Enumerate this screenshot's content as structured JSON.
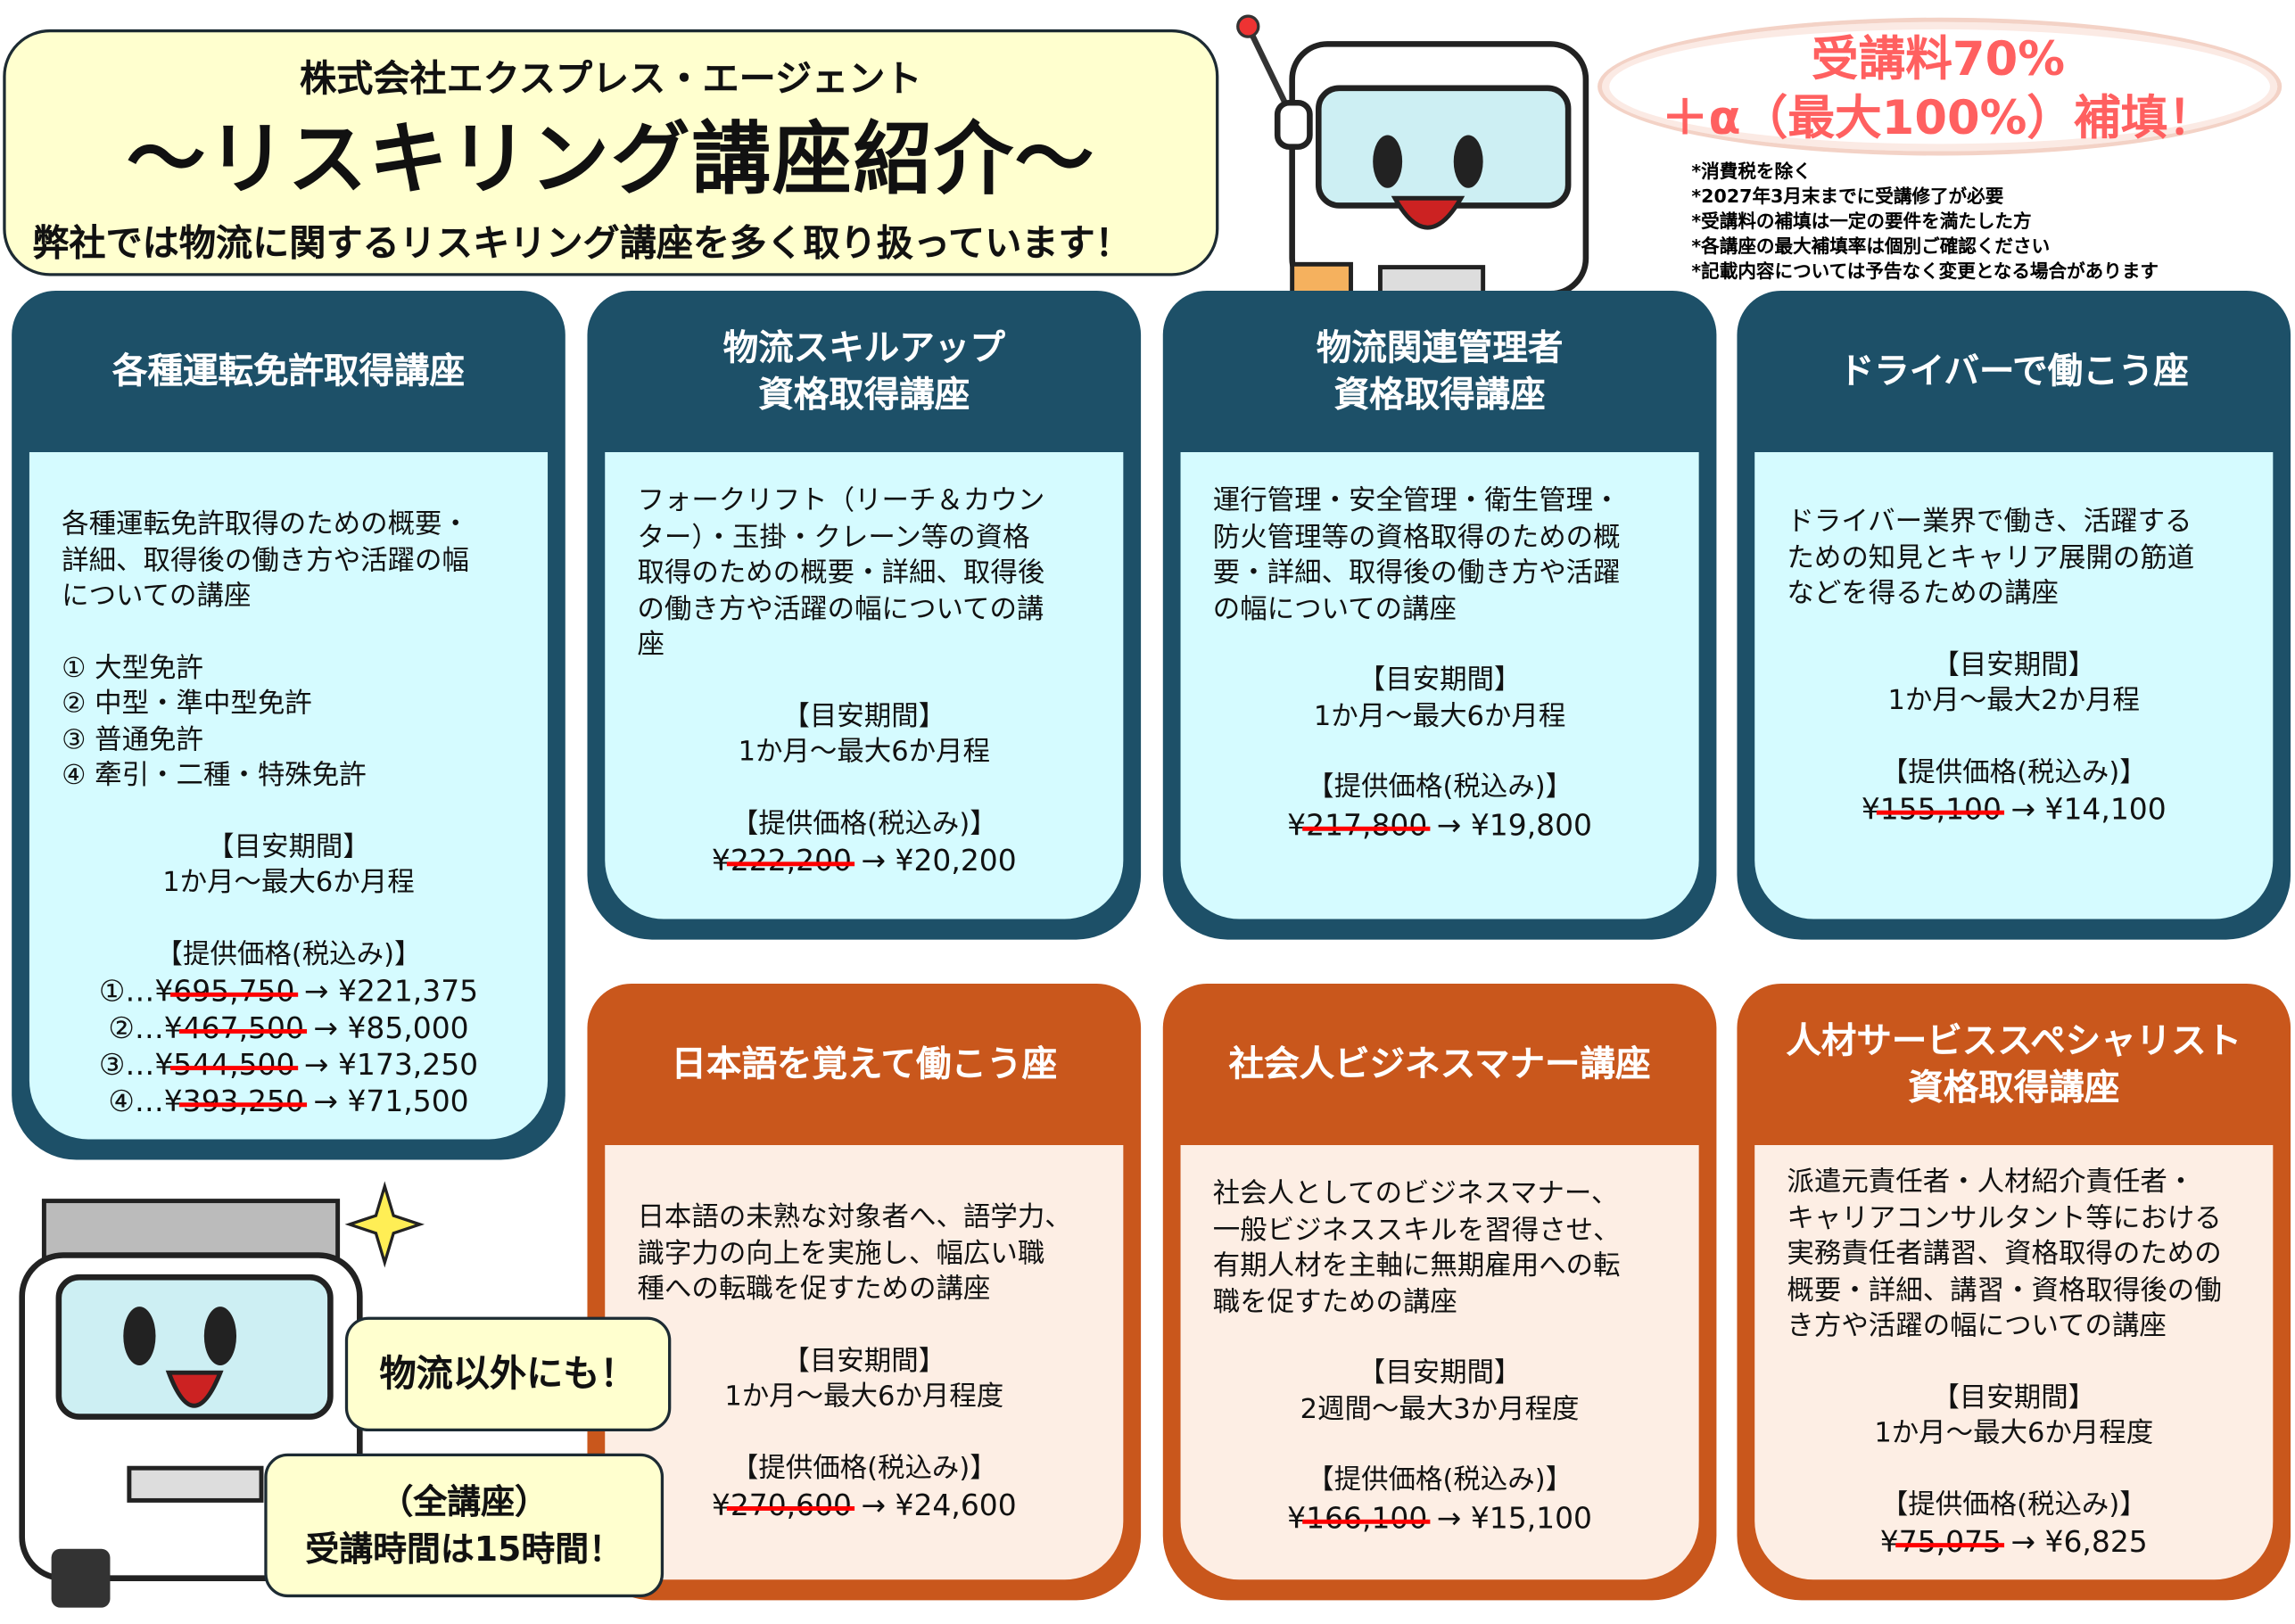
{
  "header": {
    "company": "株式会社エクスプレス・エージェント",
    "title": "～リスキリング講座紹介～",
    "subtitle": "弊社では物流に関するリスキリング講座を多く取り扱っています！"
  },
  "promo": {
    "line1": "受講料70%",
    "line2": "＋α（最大100%）補填！",
    "notes": [
      "*消費税を除く",
      "*2027年3月末までに受講修了が必要",
      "*受講料の補填は一定の要件を満たした方",
      "*各講座の最大補填率は個別ご確認ください",
      "*記載内容については予告なく変更となる場合があります"
    ]
  },
  "labels": {
    "period": "【目安期間】",
    "price": "【提供価格(税込み)】",
    "yen": "¥",
    "arrow": "→"
  },
  "courses": [
    {
      "title": "各種運転免許取得講座",
      "description": "各種運転免許取得のための概要・\n詳細、取得後の働き方や活躍の幅\nについての講座",
      "items": [
        "① 大型免許",
        "② 中型・準中型免許",
        "③ 普通免許",
        "④ 牽引・二種・特殊免許"
      ],
      "period": "1か月～最大6か月程",
      "prices": [
        {
          "prefix": "①…",
          "original": "695,750",
          "discounted": "¥221,375"
        },
        {
          "prefix": "②…",
          "original": "467,500",
          "discounted": "¥85,000"
        },
        {
          "prefix": "③…",
          "original": "544,500",
          "discounted": "¥173,250"
        },
        {
          "prefix": "④…",
          "original": "393,250",
          "discounted": "¥71,500"
        }
      ]
    },
    {
      "title": "物流スキルアップ\n資格取得講座",
      "description": "フォークリフト（リーチ＆カウン\nター）・玉掛・クレーン等の資格\n取得のための概要・詳細、取得後\nの働き方や活躍の幅についての講\n座",
      "period": "1か月～最大6か月程",
      "prices": [
        {
          "prefix": "",
          "original": "222,200",
          "discounted": "¥20,200"
        }
      ]
    },
    {
      "title": "物流関連管理者\n資格取得講座",
      "description": "運行管理・安全管理・衛生管理・\n防火管理等の資格取得のための概\n要・詳細、取得後の働き方や活躍\nの幅についての講座",
      "period": "1か月～最大6か月程",
      "prices": [
        {
          "prefix": "",
          "original": "217,800",
          "discounted": "¥19,800"
        }
      ]
    },
    {
      "title": "ドライバーで働こう座",
      "description": "ドライバー業界で働き、活躍する\nための知見とキャリア展開の筋道\nなどを得るための講座",
      "period": "1か月～最大2か月程",
      "prices": [
        {
          "prefix": "",
          "original": "155,100",
          "discounted": "¥14,100"
        }
      ]
    },
    {
      "title": "日本語を覚えて働こう座",
      "description": "日本語の未熟な対象者へ、語学力、\n識字力の向上を実施し、幅広い職\n種への転職を促すための講座",
      "period": "1か月～最大6か月程度",
      "prices": [
        {
          "prefix": "",
          "original": "270,600",
          "discounted": "¥24,600"
        }
      ]
    },
    {
      "title": "社会人ビジネスマナー講座",
      "description": "社会人としてのビジネスマナー、\n一般ビジネススキルを習得させ、\n有期人材を主軸に無期雇用への転\n職を促すための講座",
      "period": "2週間～最大3か月程度",
      "prices": [
        {
          "prefix": "",
          "original": "166,100",
          "discounted": "¥15,100"
        }
      ]
    },
    {
      "title": "人材サービススペシャリスト\n資格取得講座",
      "description": "派遣元責任者・人材紹介責任者・\nキャリアコンサルタント等における\n実務責任者講習、資格取得のための\n概要・詳細、講習・資格取得後の働\nき方や活躍の幅についての講座",
      "period": "1か月～最大6か月程度",
      "prices": [
        {
          "prefix": "",
          "original": "75,075",
          "discounted": "¥6,825"
        }
      ]
    }
  ],
  "bubbles": {
    "other": "物流以外にも！",
    "hours_line1": "（全講座）",
    "hours_line2": "受講時間は15時間！"
  },
  "colors": {
    "teal": "#1d5068",
    "orange": "#c9571c",
    "promo": "#ff6060",
    "strike": "#ff0000"
  }
}
